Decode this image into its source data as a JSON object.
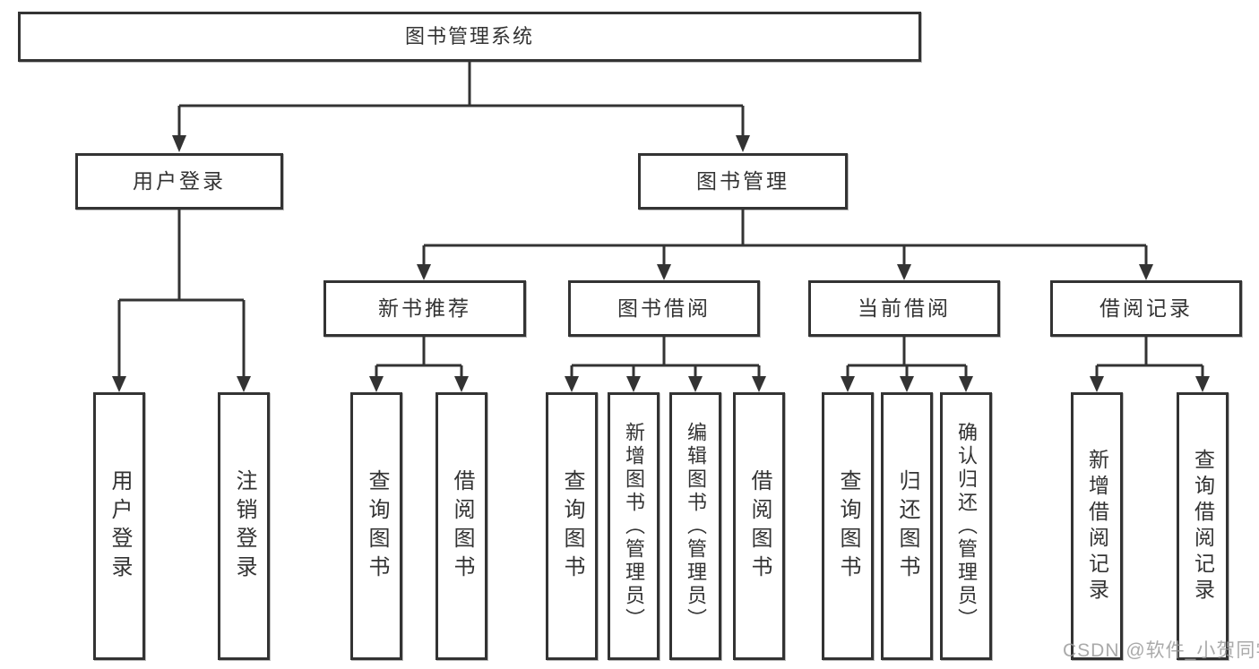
{
  "diagram": {
    "root": {
      "label": "图书管理系统"
    },
    "branches": [
      {
        "label": "用户登录",
        "children": [
          {
            "label": "用户登录"
          },
          {
            "label": "注销登录"
          }
        ]
      },
      {
        "label": "图书管理",
        "children": [
          {
            "label": "新书推荐",
            "children": [
              {
                "label": "查询图书"
              },
              {
                "label": "借阅图书"
              }
            ]
          },
          {
            "label": "图书借阅",
            "children": [
              {
                "label": "查询图书"
              },
              {
                "label": "新增图书（管理员）"
              },
              {
                "label": "编辑图书（管理员）"
              },
              {
                "label": "借阅图书"
              }
            ]
          },
          {
            "label": "当前借阅",
            "children": [
              {
                "label": "查询图书"
              },
              {
                "label": "归还图书"
              },
              {
                "label": "确认归还（管理员）"
              }
            ]
          },
          {
            "label": "借阅记录",
            "children": [
              {
                "label": "新增借阅记录"
              },
              {
                "label": "查询借阅记录"
              }
            ]
          }
        ]
      }
    ]
  },
  "watermark": {
    "text": "CSDN @软件_小贺同学"
  },
  "colors": {
    "line": "#333333",
    "box_border": "#333333",
    "text": "#333333",
    "watermark": "#9b9b9b"
  }
}
